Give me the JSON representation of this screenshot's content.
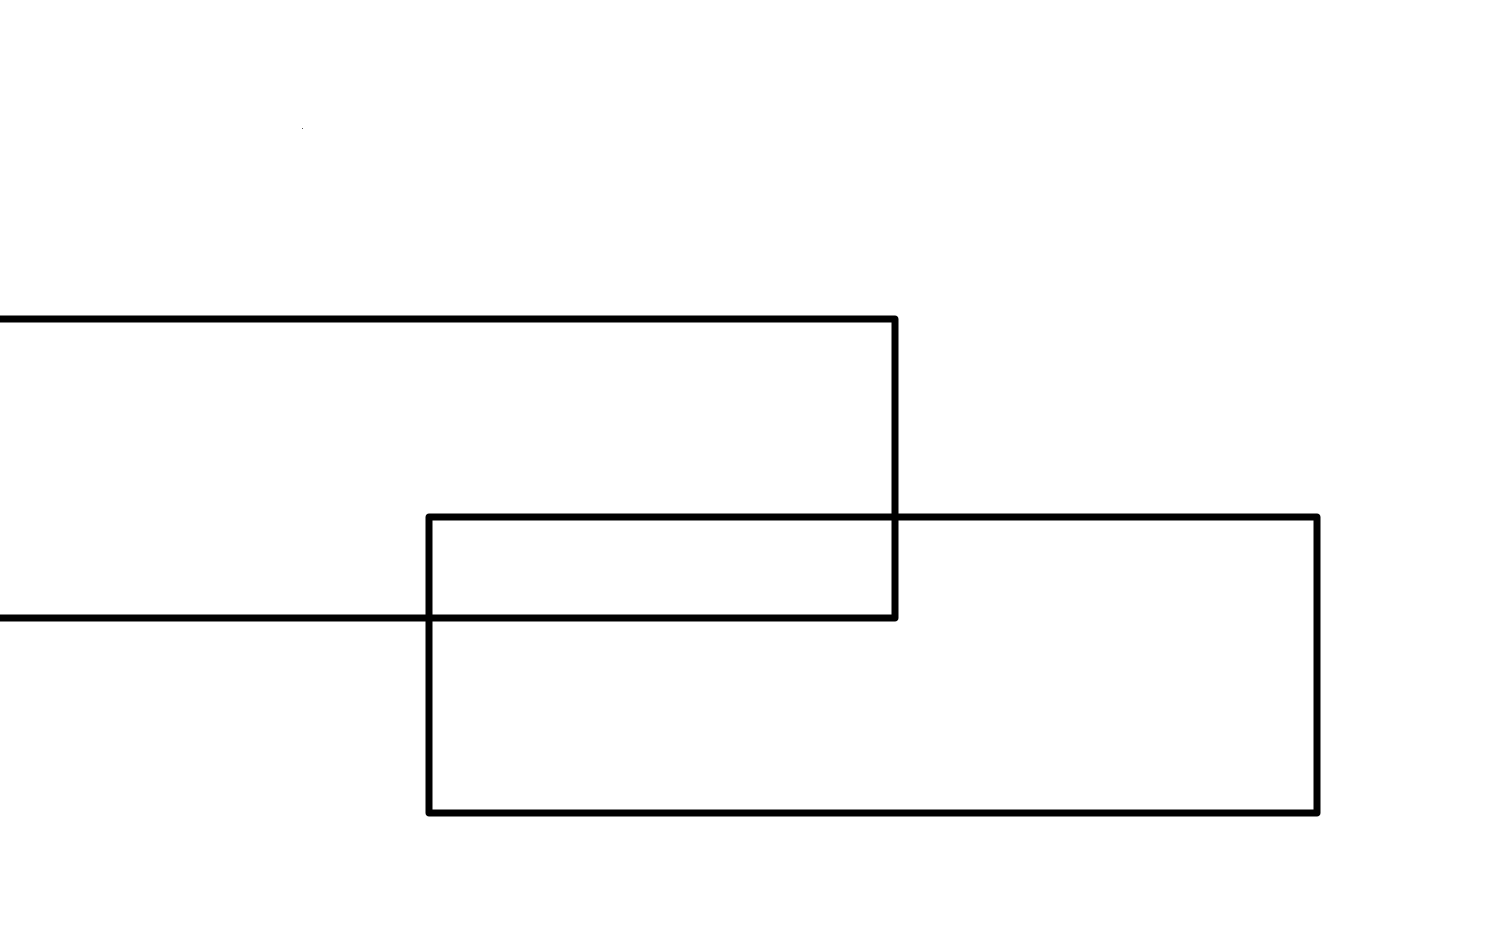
{
  "diagram": {
    "background_color": "#ffffff",
    "stroke_color": "#000000",
    "shapes": [
      {
        "name": "rectangle-upper-left",
        "type": "rectangle",
        "fill": "none"
      },
      {
        "name": "rectangle-lower-right",
        "type": "rectangle",
        "fill": "none"
      }
    ]
  }
}
